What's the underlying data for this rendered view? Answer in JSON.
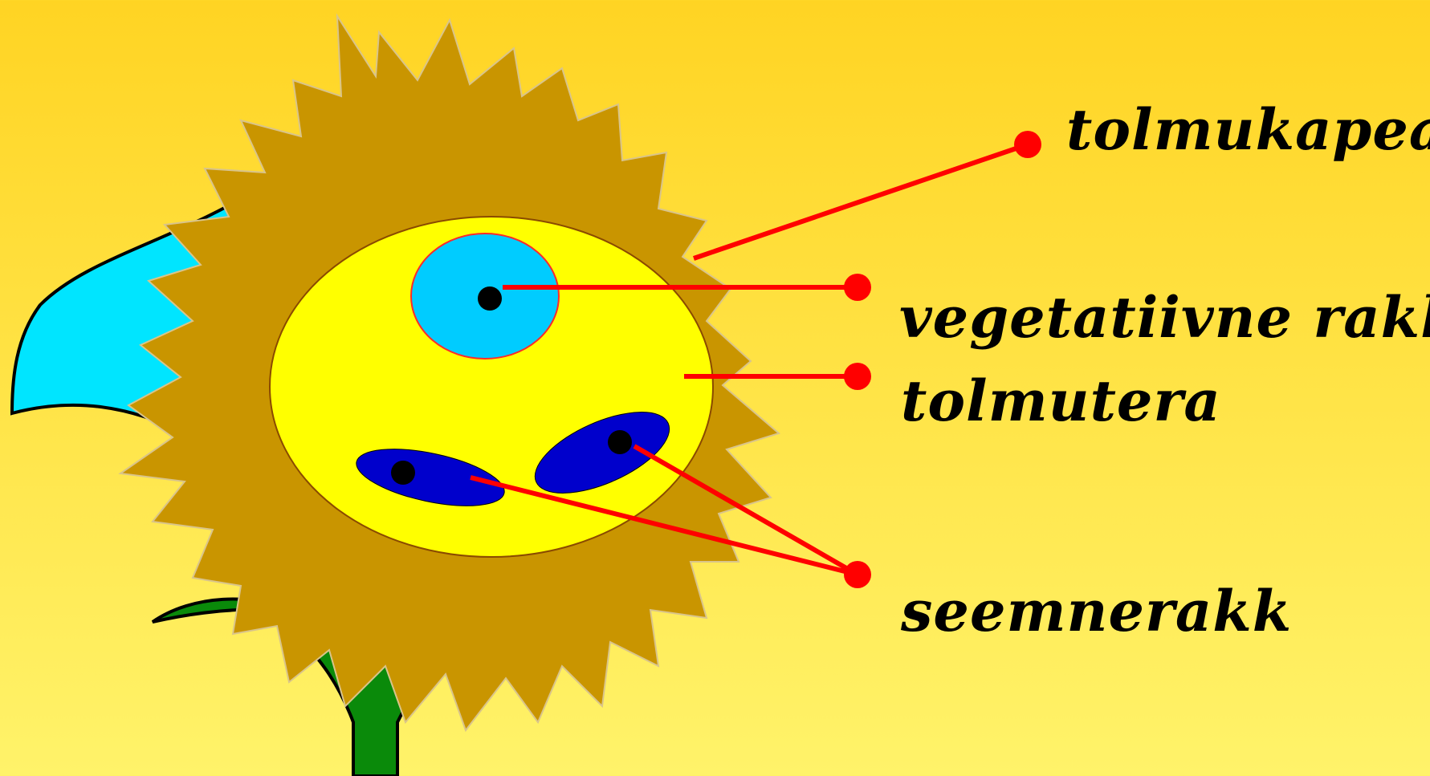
{
  "labels": {
    "tolmukapea": "tolmukapea",
    "vegetatiivne_rakk": "vegetatiivne rakk",
    "tolmutera": "tolmutera",
    "seemnerakk": "seemnerakk"
  },
  "colors": {
    "background_top": "#ffd423",
    "background_bottom": "#fff36a",
    "anther": "#c99500",
    "pollen_grain": "#ffff00",
    "vegetative_cell": "#00ccff",
    "sperm_cell": "#0000cc",
    "nucleus": "#000000",
    "pointer_line": "#ff0000",
    "petal": "#00e5ff",
    "stem": "#0a8a0a"
  },
  "icons": {
    "flower": "flower-illustration",
    "pointer": "red-dot-pointer"
  }
}
